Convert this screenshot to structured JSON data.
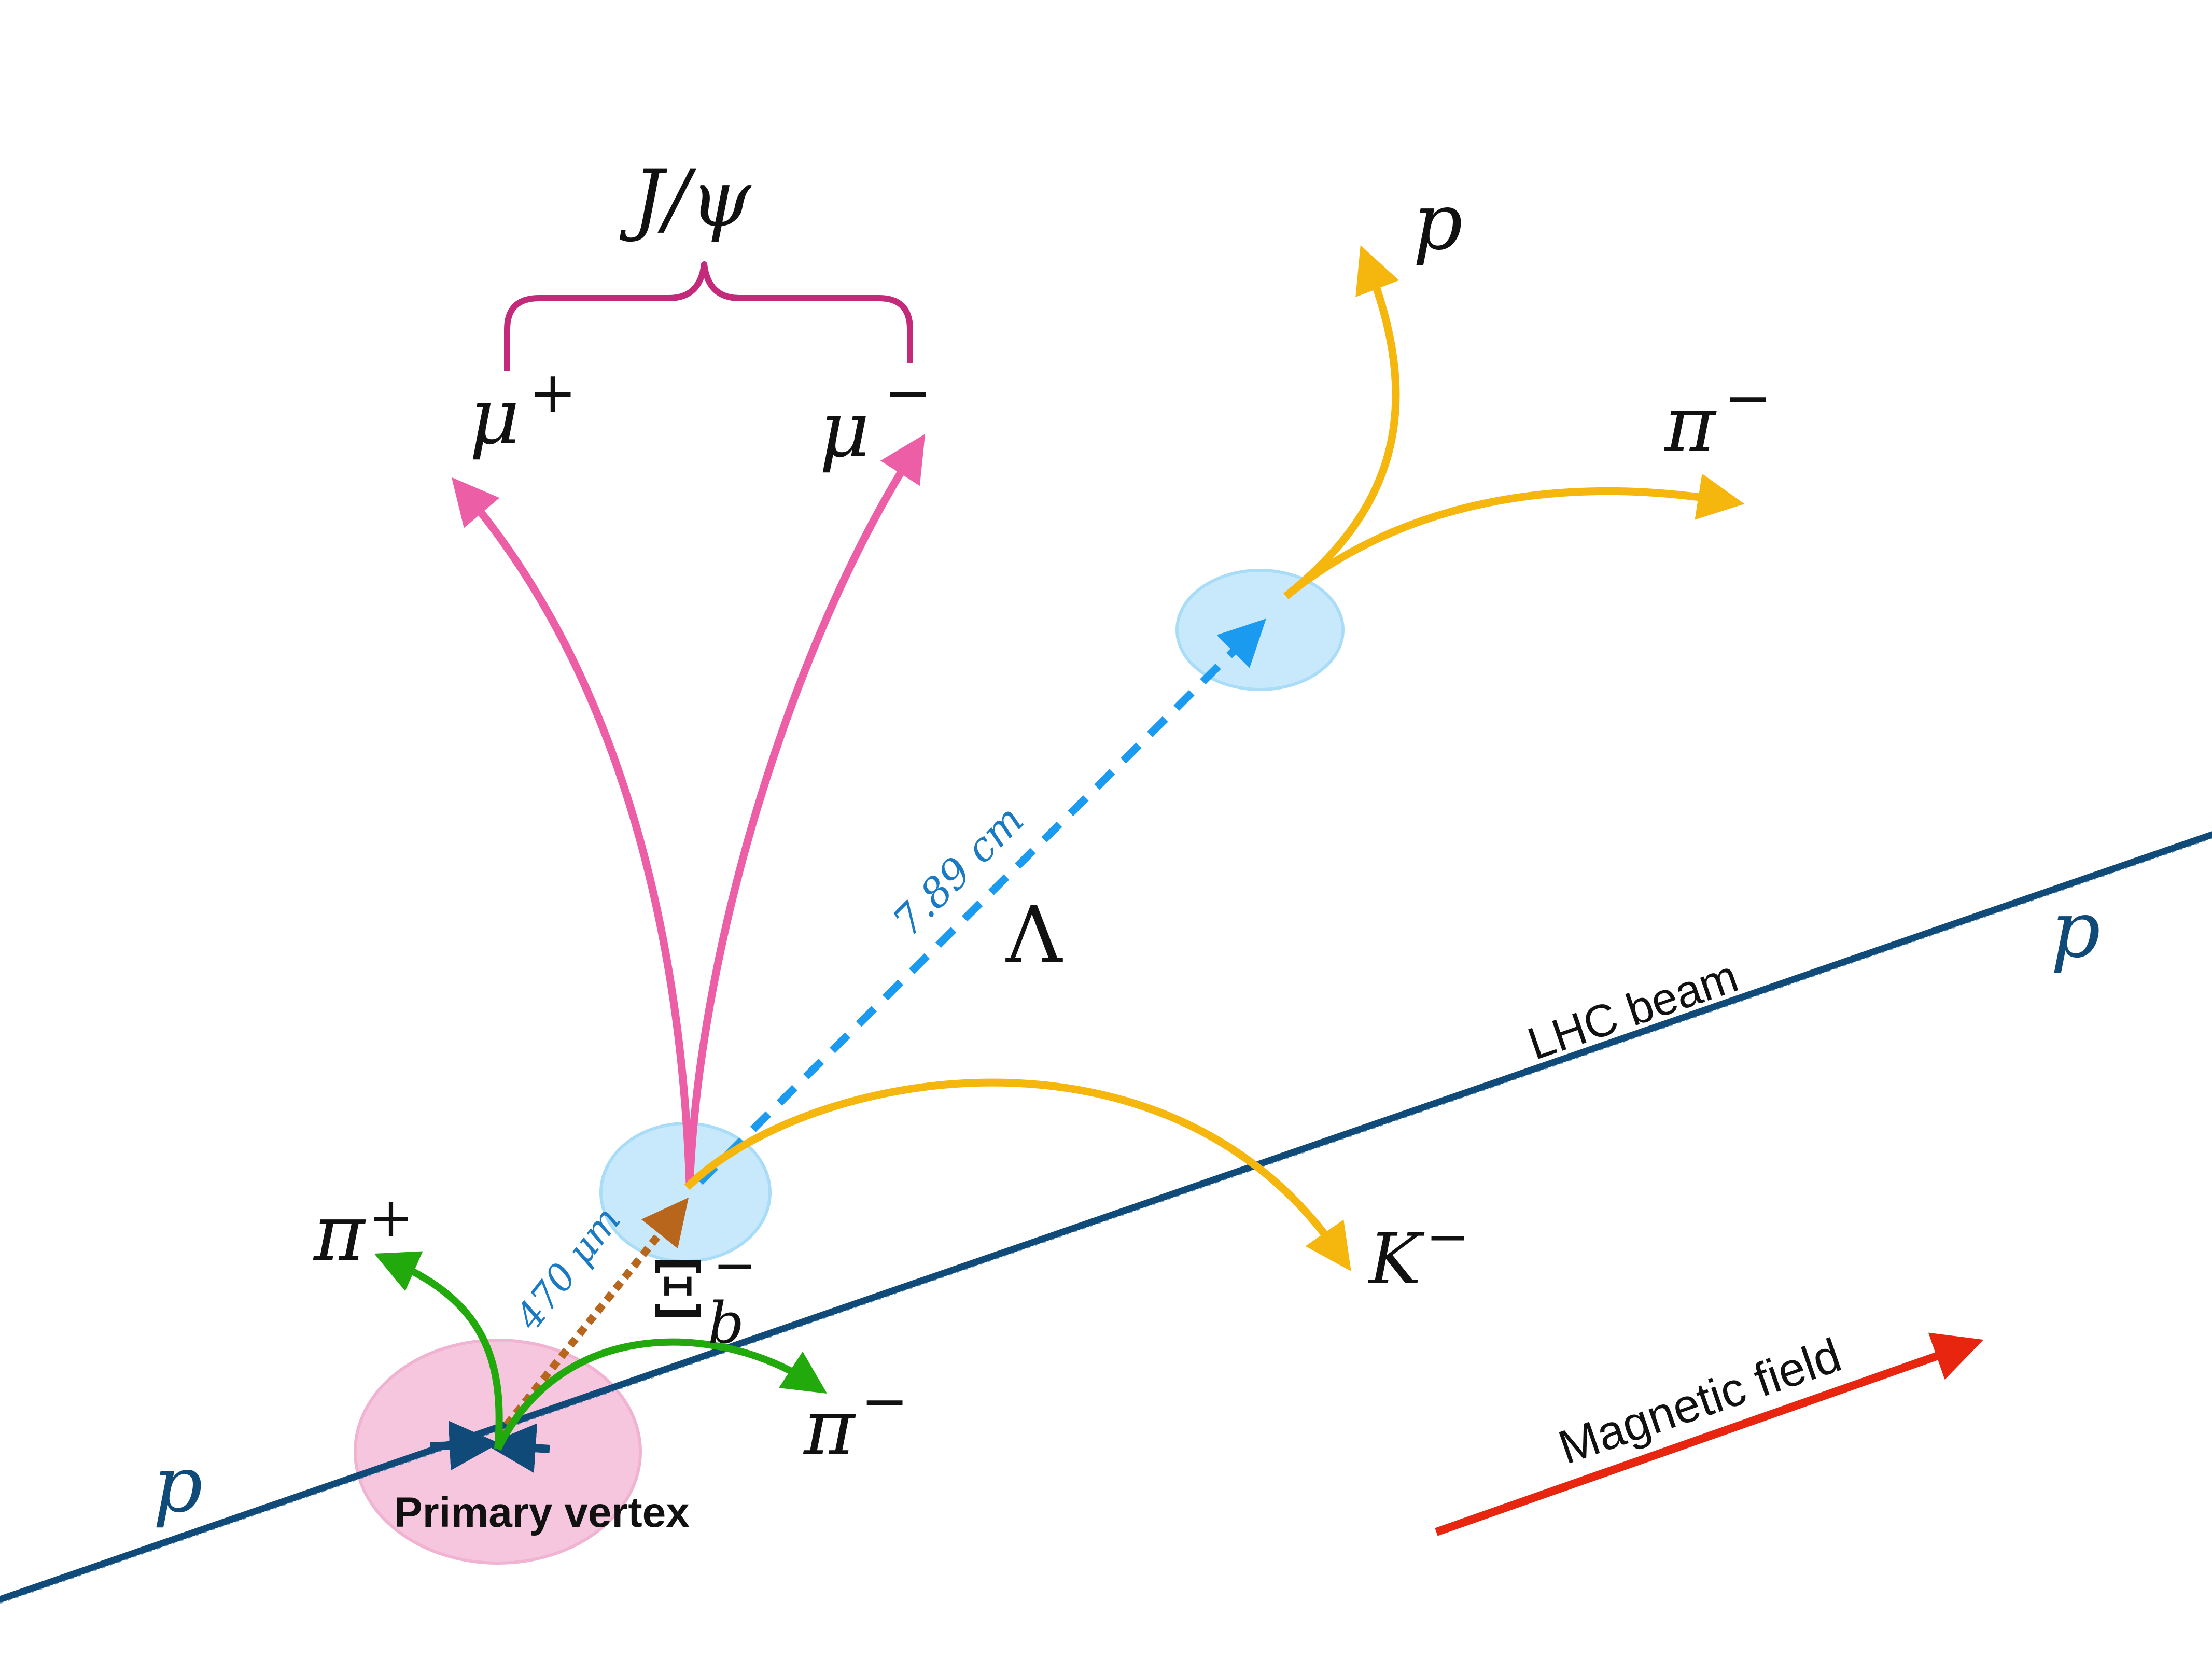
{
  "colors": {
    "beam": "#0f4a78",
    "muon": "#ec5fa6",
    "brace": "#c42a7a",
    "lambda_products": "#f5b60d",
    "pion_green": "#22aa0d",
    "lambda_flight": "#1a9bef",
    "xi_flight": "#b8661c",
    "vertex_blue": "#c8e9fb",
    "vertex_pink": "#f6c6de",
    "magnetic_field": "#e8260f"
  },
  "labels": {
    "jpsi": "J/ψ",
    "mu_plus": "μ",
    "mu_plus_sup": "+",
    "mu_minus": "μ",
    "mu_minus_sup": "−",
    "proton_top": "p",
    "pi_minus_top": "π",
    "pi_minus_top_sup": "−",
    "lambda": "Λ",
    "lambda_flight": "7.89 cm",
    "xi_flight": "470 μm",
    "xi": "Ξ",
    "xi_sup": "−",
    "xi_sub": "b",
    "kaon": "K",
    "kaon_sup": "−",
    "pi_plus": "π",
    "pi_plus_sup": "+",
    "pi_minus_bottom": "π",
    "pi_minus_bottom_sup": "−",
    "proton_right": "p",
    "proton_left": "p",
    "lhc_beam": "LHC beam",
    "primary_vertex": "Primary vertex",
    "magnetic_field": "Magnetic field"
  }
}
